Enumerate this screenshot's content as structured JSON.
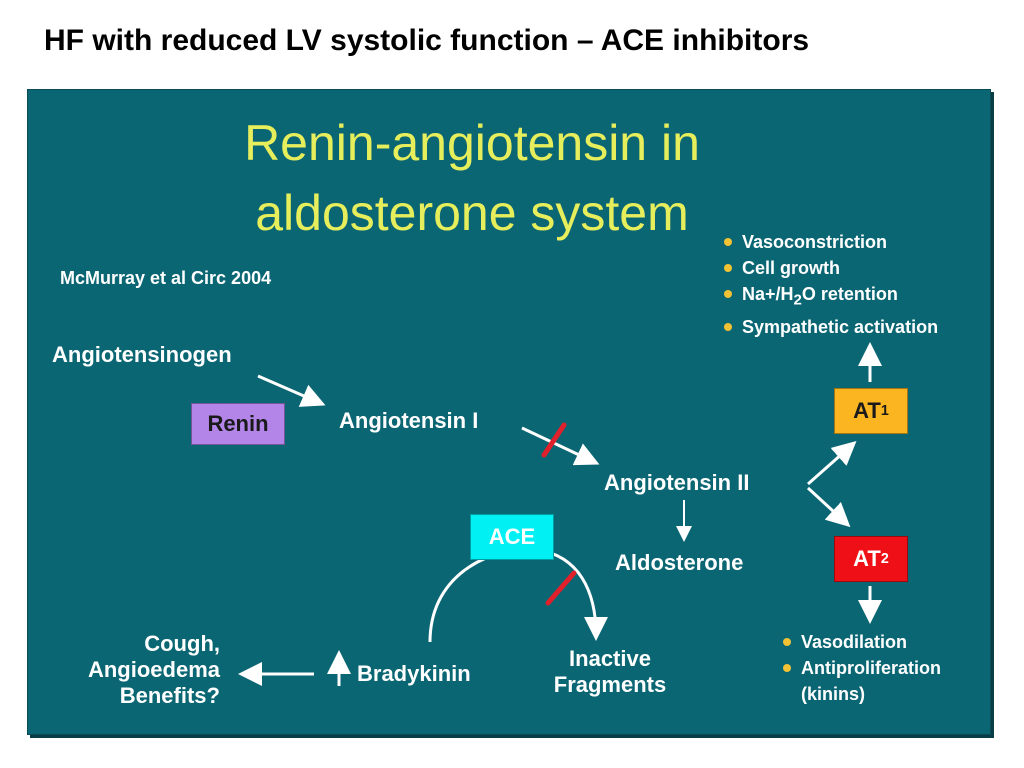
{
  "header": {
    "title": "HF with reduced LV systolic function – ACE inhibitors"
  },
  "slide": {
    "title_line1": "Renin-angiotensin in",
    "title_line2": "aldosterone system",
    "citation": "McMurray et al Circ 2004"
  },
  "nodes": {
    "angiotensinogen": "Angiotensinogen",
    "renin": "Renin",
    "angiotensin1": "Angiotensin I",
    "angiotensin2": "Angiotensin II",
    "aldosterone": "Aldosterone",
    "ace": "ACE",
    "at1_main": "AT",
    "at1_sub": "1",
    "at2_main": "AT",
    "at2_sub": "2",
    "bradykinin": "Bradykinin",
    "inactive_line1": "Inactive",
    "inactive_line2": "Fragments",
    "cough_line1": "Cough,",
    "cough_line2": "Angioedema",
    "cough_line3": "Benefits?"
  },
  "at1_effects": [
    {
      "text": "Vasoconstriction"
    },
    {
      "text": "Cell growth"
    },
    {
      "text_a": "Na+/H",
      "text_sub": "2",
      "text_b": "O retention"
    },
    {
      "text": "Sympathetic activation"
    }
  ],
  "at2_effects": [
    {
      "text": "Vasodilation"
    },
    {
      "text": "Antiproliferation"
    },
    {
      "text": "(kinins)"
    }
  ],
  "colors": {
    "slide_bg": "#0b6673",
    "title_yellow": "#e7ee5c",
    "bullet_dot": "#f1c233",
    "block_mark": "#e0202a",
    "renin_box": "#b385e8",
    "ace_box": "#00f0f3",
    "at1_box": "#fbb521",
    "at2_box": "#ef0f16"
  }
}
